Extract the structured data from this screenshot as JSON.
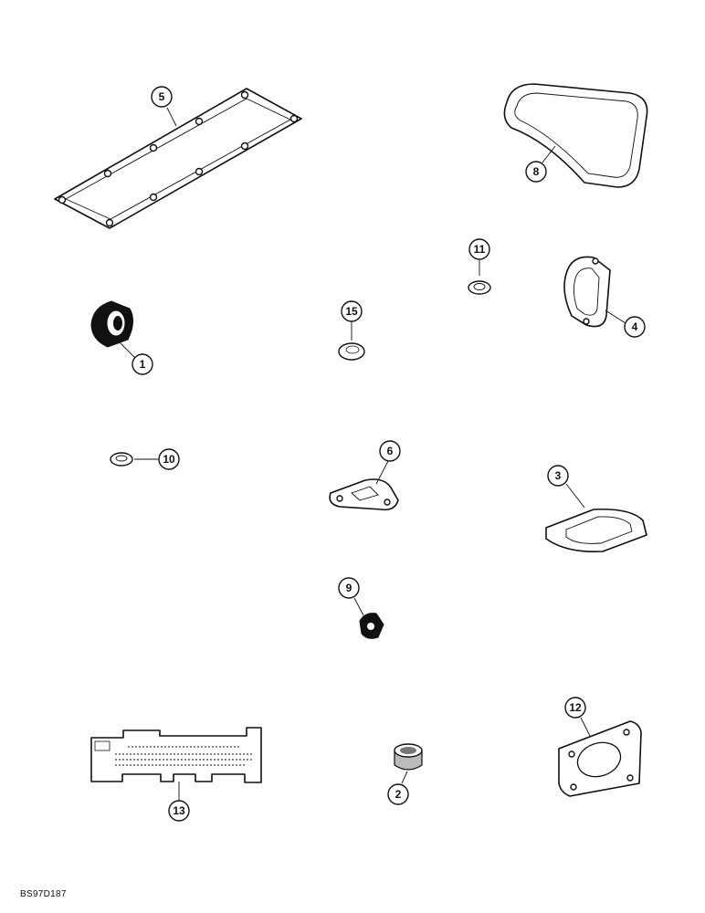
{
  "callouts": {
    "c1": "1",
    "c2": "2",
    "c3": "3",
    "c4": "4",
    "c5": "5",
    "c6": "6",
    "c8": "8",
    "c9": "9",
    "c10": "10",
    "c11": "11",
    "c12": "12",
    "c13": "13",
    "c15": "15"
  },
  "reference_code": "BS97D187"
}
